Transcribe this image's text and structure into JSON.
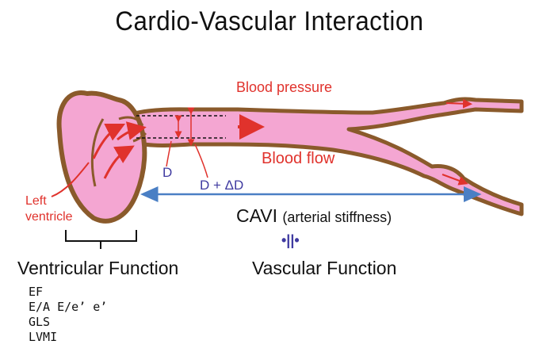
{
  "title": "Cardio-Vascular Interaction",
  "labels": {
    "blood_pressure": "Blood pressure",
    "blood_flow": "Blood flow",
    "left_ventricle": "Left\nventricle",
    "diameter": "D",
    "diameter_change": "D + ΔD",
    "cavi": "CAVI",
    "cavi_note": "(arterial stiffness)",
    "equivalence": "•||•",
    "ventricular_function": "Ventricular Function",
    "vascular_function": "Vascular Function"
  },
  "ventricular_metrics": [
    "EF",
    "E/A  E/e’  e’",
    "GLS",
    "LVMI"
  ],
  "colors": {
    "tissue_fill": "#f4a6d2",
    "tissue_outline": "#8a5a2b",
    "red_label": "#e0322c",
    "blue_label": "#3f3aa0",
    "cavi_arrow": "#4a7fc4",
    "text": "#111111"
  }
}
